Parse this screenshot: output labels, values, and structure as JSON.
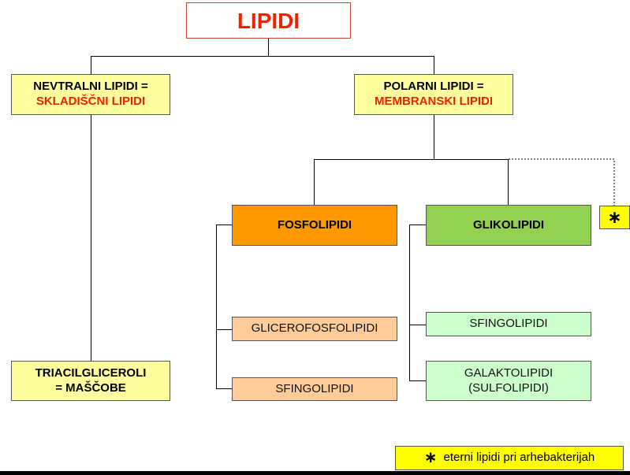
{
  "title": "LIPIDI",
  "neutral": {
    "line1": "NEVTRALNI LIPIDI =",
    "line2": "SKLADIŠČNI LIPIDI"
  },
  "polar": {
    "line1": "POLARNI LIPIDI =",
    "line2": "MEMBRANSKI LIPIDI"
  },
  "triacyl": {
    "line1": "TRIACILGLICEROLI",
    "line2": "= MAŠČOBE"
  },
  "fosfolipidi": {
    "label": "FOSFOLIPIDI",
    "children": [
      "GLICEROFOSFOLIPIDI",
      "SFINGOLIPIDI"
    ]
  },
  "glikolipidi": {
    "label": "GLIKOLIPIDI",
    "children": [
      "SFINGOLIPIDI",
      "GALAKTOLIPIDI",
      "(SULFOLIPIDI)"
    ]
  },
  "ether": {
    "marker": "∗",
    "legend_text": "eterni lipidi pri arhebakterijah"
  },
  "colors": {
    "title_red": "#ee2200",
    "yellow": "#ffffa0",
    "orange": "#ff9900",
    "peach": "#ffcc99",
    "green": "#92d050",
    "light_green": "#ccffcc",
    "bright_yellow": "#ffff00"
  }
}
